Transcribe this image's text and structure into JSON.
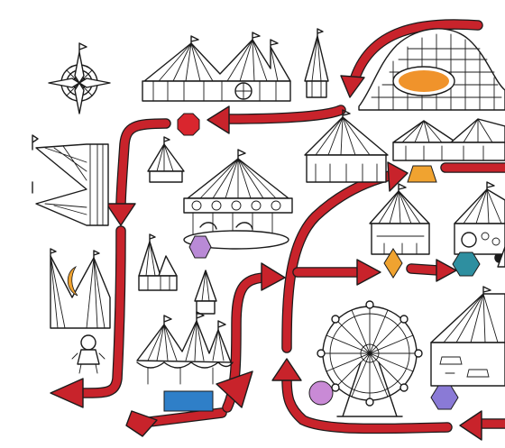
{
  "map": {
    "route_color": "#c8232b",
    "ink_color": "#1b1b1b",
    "paper_color": "#ffffff",
    "landmarks": [
      {
        "id": "compass-rose",
        "icon": "compass-rose-icon"
      },
      {
        "id": "circus-tents",
        "icon": "tent-row-icon"
      },
      {
        "id": "small-tower-tent",
        "icon": "tower-tent-icon"
      },
      {
        "id": "roller-coaster",
        "icon": "roller-coaster-icon",
        "marker_color": "#f0932b",
        "marker_shape": "ellipse"
      },
      {
        "id": "carousel",
        "icon": "carousel-icon",
        "marker_color": "#b98ad6",
        "marker_shape": "hexagon"
      },
      {
        "id": "ferris-wheel",
        "icon": "ferris-wheel-icon",
        "marker_color": "#c98ad6",
        "marker_shape": "circle"
      },
      {
        "id": "food-stalls",
        "icon": "stall-icon",
        "marker_color": "#f0a330",
        "marker_shape": "trapezoid"
      },
      {
        "id": "game-booths",
        "icon": "booth-icon",
        "marker_color": "#f0a330",
        "marker_shape": "diamond"
      },
      {
        "id": "teacup-booth",
        "icon": "booth-icon",
        "marker_color": "#2e8fa0",
        "marker_shape": "hexagon"
      },
      {
        "id": "bumper-cars",
        "icon": "bumper-car-tent-icon",
        "marker_color": "#8a7ad6",
        "marker_shape": "hexagon"
      },
      {
        "id": "big-top",
        "icon": "big-top-icon",
        "marker_color": "#2f7fc8",
        "marker_shape": "rectangle"
      },
      {
        "id": "moon-tents",
        "icon": "moon-icon",
        "marker_color": "#f0a330",
        "marker_shape": "crescent"
      },
      {
        "id": "start-marker",
        "icon": "octagon-icon",
        "marker_color": "#d9262e",
        "marker_shape": "octagon"
      }
    ]
  }
}
